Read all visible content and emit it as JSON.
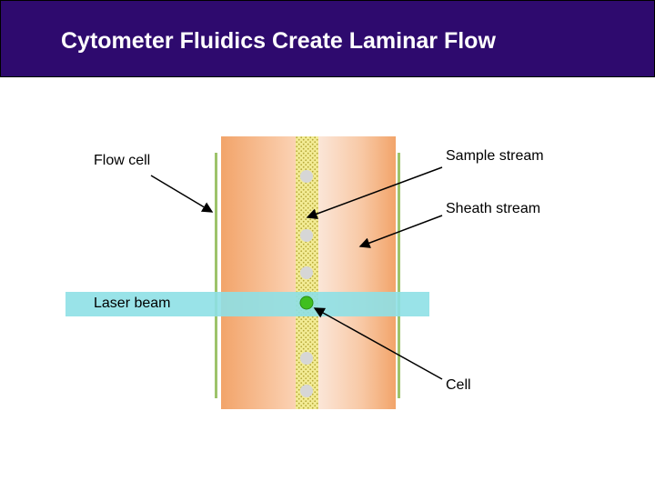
{
  "slide": {
    "title": "Cytometer Fluidics Create Laminar Flow"
  },
  "labels": {
    "flow_cell": "Flow cell",
    "sample_stream": "Sample stream",
    "sheath_stream": "Sheath stream",
    "laser_beam": "Laser beam",
    "cell": "Cell"
  },
  "colors": {
    "title_background": "#2e0a6e",
    "sheath_orange": "#f2a46a",
    "sheath_light": "#fbe6d8",
    "sample_stream": "#f3ec95",
    "laser_beam": "#8ee0e6",
    "flow_cell_wall": "#9dc36b",
    "particle": "#d6d6d6",
    "detected_cell": "#3fbf1f"
  }
}
